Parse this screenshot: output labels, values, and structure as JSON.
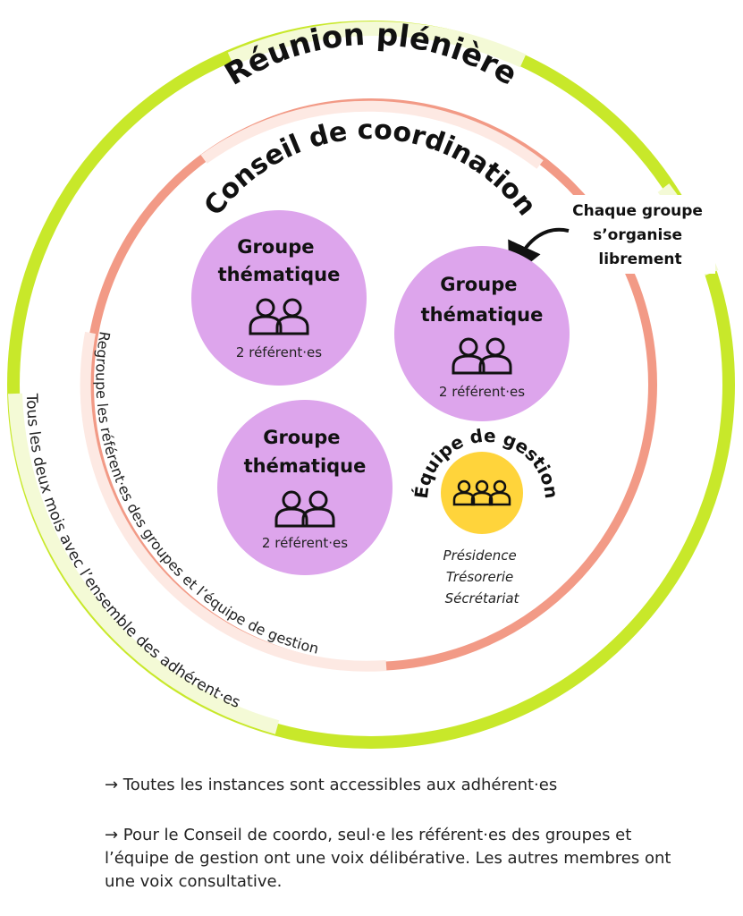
{
  "diagram": {
    "outer_ring": {
      "title": "Réunion plénière",
      "subtitle": "Tous les deux mois avec l’ensemble des adhérent·es",
      "color": "#C8E82A"
    },
    "inner_ring": {
      "title": "Conseil de coordination",
      "subtitle": "Regroupe les référent·es des groupes et l’équipe de gestion",
      "color": "#F29A86"
    },
    "annotation": {
      "lines": [
        "Chaque groupe",
        "s’organise",
        "librement"
      ]
    },
    "groups": [
      {
        "title_line1": "Groupe",
        "title_line2": "thématique",
        "caption": "2 référent·es",
        "icon": "two-people-icon",
        "color": "#DDA5EC"
      },
      {
        "title_line1": "Groupe",
        "title_line2": "thématique",
        "caption": "2 référent·es",
        "icon": "two-people-icon",
        "color": "#DDA5EC"
      },
      {
        "title_line1": "Groupe",
        "title_line2": "thématique",
        "caption": "2 référent·es",
        "icon": "two-people-icon",
        "color": "#DDA5EC"
      }
    ],
    "management": {
      "title": "Équipe de gestion",
      "icon": "three-people-icon",
      "color": "#FFD43B",
      "roles": [
        "Présidence",
        "Trésorerie",
        "Sécrétariat"
      ]
    }
  },
  "notes": {
    "note1": "→ Toutes les instances sont accessibles aux adhérent·es",
    "note2": "→ Pour le Conseil de coordo, seul·e les référent·es des groupes et l’équipe de gestion ont une voix délibérative. Les autres membres ont une voix consultative."
  }
}
